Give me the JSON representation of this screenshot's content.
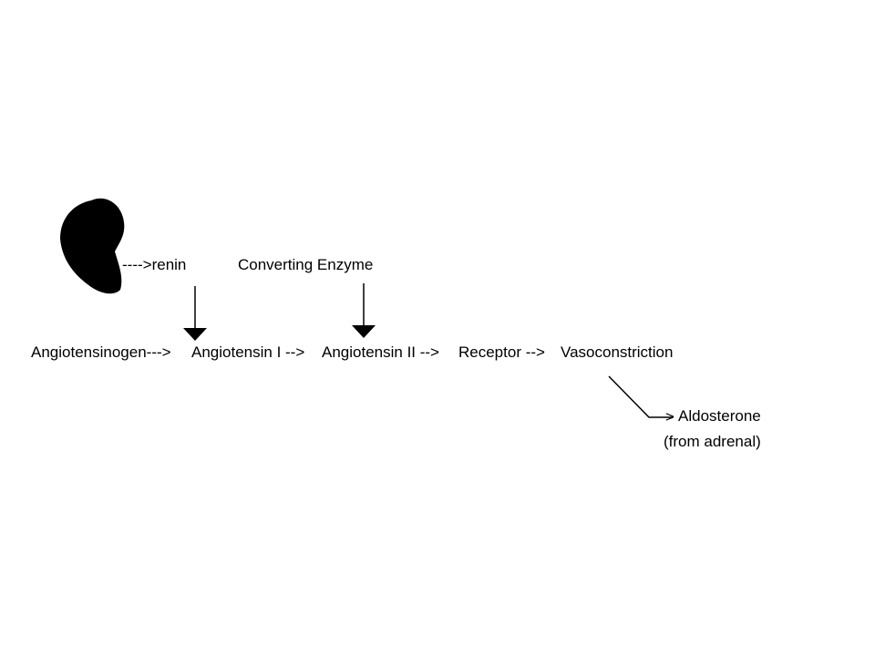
{
  "diagram": {
    "kidney": {
      "icon": "kidney-icon",
      "color": "#000000"
    },
    "renin_label": "---->renin",
    "enzyme_label": "Converting Enzyme",
    "pathway": {
      "angiotensinogen": "Angiotensinogen--->",
      "angiotensin_1": "Angiotensin I -->",
      "angiotensin_2": "Angiotensin II -->",
      "receptor": "Receptor -->",
      "vasoconstriction": "Vasoconstriction"
    },
    "branch_arrow_head": ">",
    "aldosterone": "Aldosterone",
    "aldosterone_source": "(from adrenal)"
  }
}
